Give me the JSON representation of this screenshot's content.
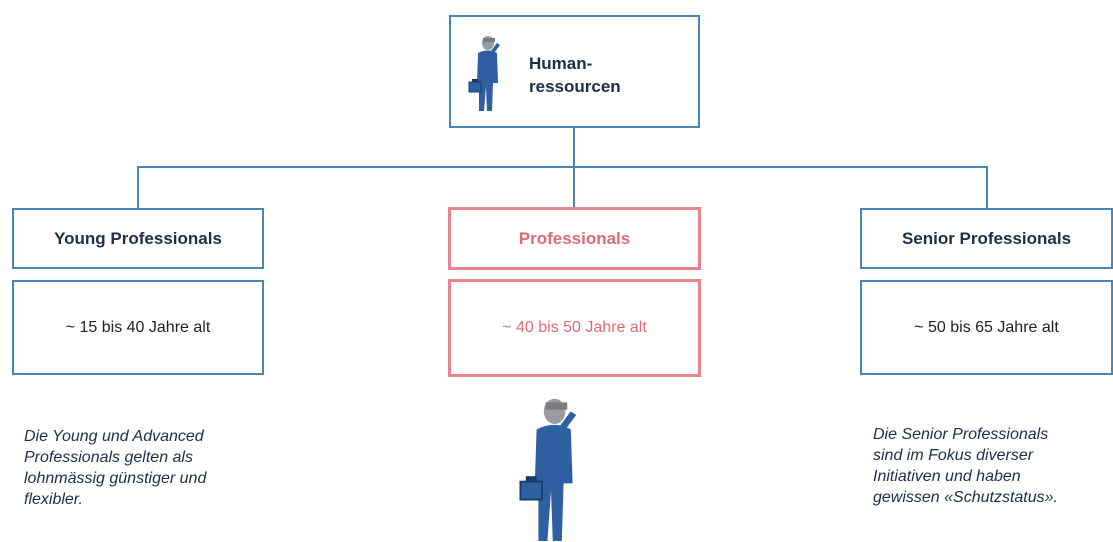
{
  "root": {
    "label": "Human-\nressourcen",
    "label_line1": "Human-",
    "label_line2": "ressourcen"
  },
  "groups": [
    {
      "title": "Young Professionals",
      "age": "~ 15 bis 40 Jahre alt",
      "note": [
        "Die Young und Advanced",
        "Professionals gelten als",
        "lohnmässig günstiger und",
        "flexibler."
      ]
    },
    {
      "title": "Professionals",
      "age": "~ 40 bis 50 Jahre alt",
      "highlight_color": "#e8848c"
    },
    {
      "title": "Senior Professionals",
      "age": "~ 50 bis 65 Jahre alt",
      "note": [
        "Die Senior Professionals",
        "sind im Fokus diverser",
        "Initiativen und haben",
        "gewissen «Schutzstatus»."
      ]
    }
  ],
  "colors": {
    "connector": "#4a86b4",
    "highlight": "#e8848c",
    "text": "#1f2d4a",
    "figure_suit": "#2e5fa0"
  },
  "icons": [
    "businessman-icon"
  ]
}
